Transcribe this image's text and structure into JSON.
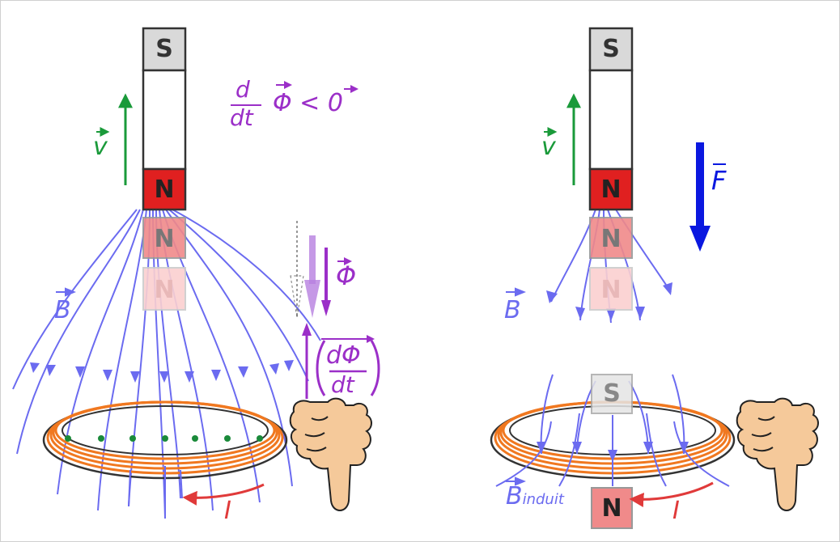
{
  "colors": {
    "field": "#6b6bf0",
    "velocity": "#1a9a3a",
    "flux": "#9b2fc8",
    "current": "#e03a3a",
    "force": "#0a18e0",
    "north": "#e02020",
    "south": "#d9d9d9",
    "coil": "#f07820"
  },
  "left": {
    "south_label": "S",
    "north_label": "N",
    "north_ghost_label": "N",
    "north_ghost2_label": "N",
    "v_label": "v",
    "b_label": "B",
    "flux_rate_d": "d",
    "flux_rate_dt": "dt",
    "flux_rate_rest": "Φ < 0",
    "phi_label": "Φ",
    "induced_d_phi": "dΦ",
    "induced_dt": "dt",
    "current_label": "I",
    "hand_icon": "thumbs-down-hand-icon"
  },
  "right": {
    "south_label": "S",
    "north_label": "N",
    "north_ghost_label": "N",
    "north_ghost2_label": "N",
    "v_label": "v",
    "f_label": "F",
    "b_label": "B",
    "coil_south_label": "S",
    "coil_north_label": "N",
    "b_induced_main": "B",
    "b_induced_sub": "induit",
    "current_label": "I",
    "hand_icon": "thumbs-down-hand-icon"
  }
}
